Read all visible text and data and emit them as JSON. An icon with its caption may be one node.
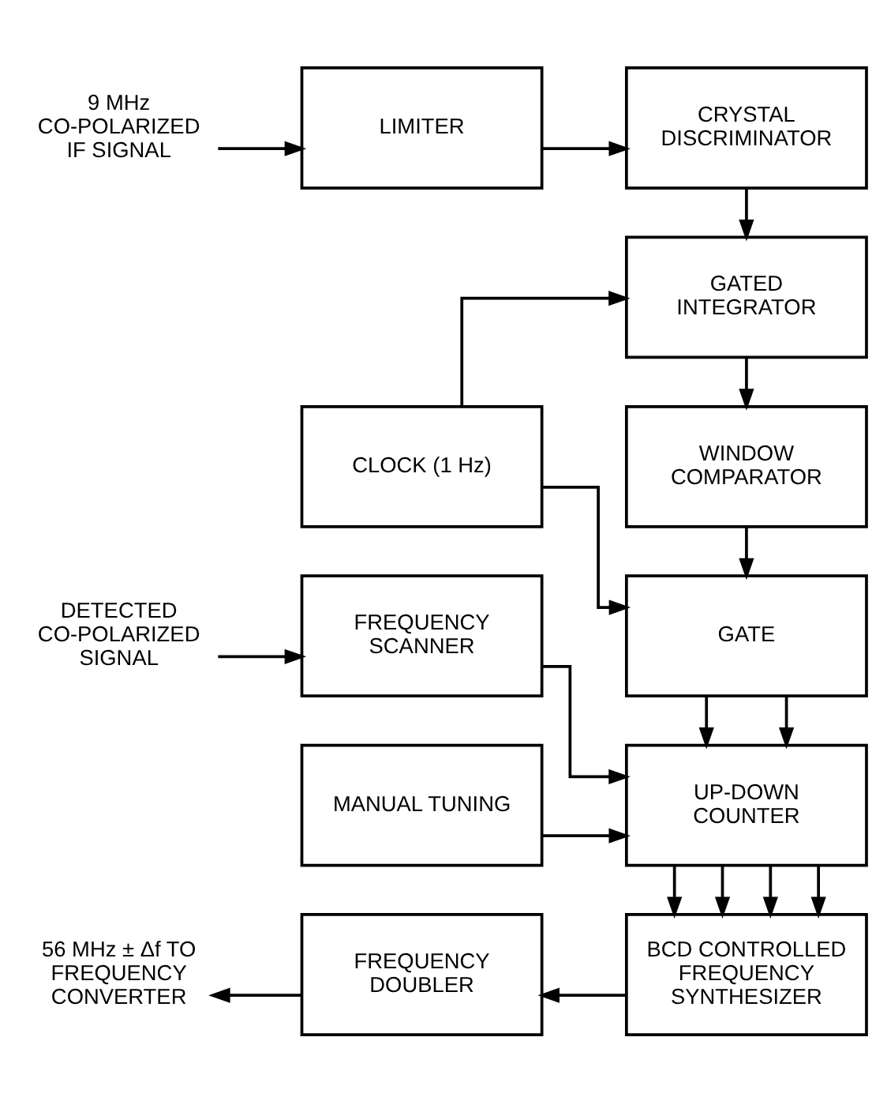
{
  "diagram": {
    "nodes": [
      {
        "text": [
          "9 MHz CO-POLARIZED IF SIGNAL"
        ]
      },
      {
        "text": [
          "LIMITER"
        ]
      },
      {
        "text": [
          "CRYSTAL DISCRIMINATOR"
        ]
      },
      {
        "text": [
          "GATED INTEGRATOR"
        ]
      },
      {
        "text": [
          "CLOCK (1 Hz)"
        ]
      },
      {
        "text": [
          "WINDOW COMPARATOR"
        ]
      },
      {
        "text": [
          "DETECTED CO-POLARIZED SIGNAL"
        ]
      },
      {
        "text": [
          "FREQUENCY SCANNER"
        ]
      },
      {
        "text": [
          "GATE"
        ]
      },
      {
        "text": [
          "MANUAL TUNING"
        ]
      },
      {
        "text": [
          "UP-DOWN COUNTER"
        ]
      },
      {
        "text": [
          "56 MHz ± Δf TO FREQUENCY CONVERTER"
        ]
      },
      {
        "text": [
          "FREQUENCY DOUBLER"
        ]
      },
      {
        "text": [
          "BCD CONTROLLED FREQUENCY SYNTHESIZER"
        ]
      }
    ],
    "edges": [
      {
        "from": 0,
        "to": 1,
        "arrow": "to"
      },
      {
        "from": 1,
        "to": 2,
        "arrow": "to"
      },
      {
        "from": 2,
        "to": 3,
        "arrow": "to"
      },
      {
        "from": 4,
        "to": 3,
        "arrow": "to"
      },
      {
        "from": 4,
        "to": 8,
        "arrow": "to"
      },
      {
        "from": 3,
        "to": 5,
        "arrow": "to"
      },
      {
        "from": 5,
        "to": 8,
        "arrow": "to"
      },
      {
        "from": 6,
        "to": 7,
        "arrow": "to"
      },
      {
        "from": 8,
        "to": 10,
        "arrow": "to"
      },
      {
        "from": 8,
        "to": 10,
        "arrow": "to"
      },
      {
        "from": 7,
        "to": 10,
        "arrow": "to"
      },
      {
        "from": 9,
        "to": 10,
        "arrow": "to"
      },
      {
        "from": 10,
        "to": 13,
        "arrow": "to"
      },
      {
        "from": 10,
        "to": 13,
        "arrow": "to"
      },
      {
        "from": 10,
        "to": 13,
        "arrow": "to"
      },
      {
        "from": 10,
        "to": 13,
        "arrow": "to"
      },
      {
        "from": 13,
        "to": 12,
        "arrow": "to"
      },
      {
        "from": 12,
        "to": 11,
        "arrow": "to"
      }
    ]
  }
}
